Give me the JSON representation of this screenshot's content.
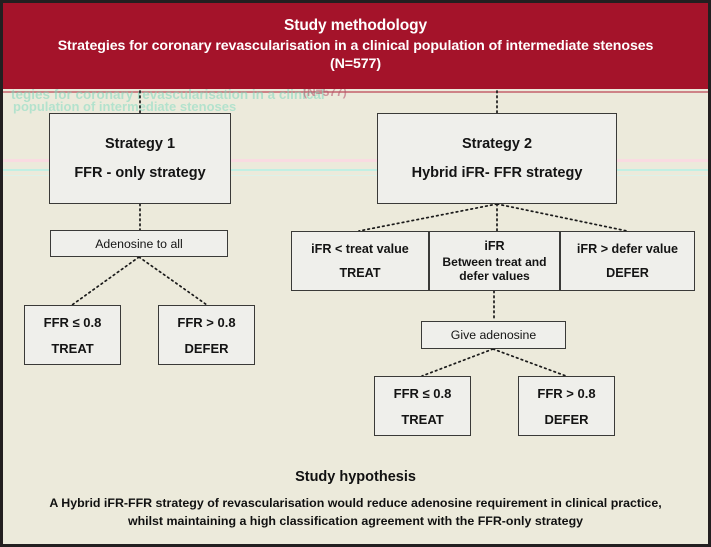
{
  "header": {
    "line1": "Study methodology",
    "line2": "Strategies for coronary revascularisation in a clinical population of intermediate stenoses",
    "line3": "(N=577)",
    "background_color": "#a4132a",
    "text_color": "#ffffff"
  },
  "artifacts": {
    "ghost1": "tegies for coronary revascularisation in a clinical",
    "ghost2": "population of intermediate stenoses",
    "ghost3": "(N=577)"
  },
  "canvas": {
    "background_color": "#eceadb",
    "border_color": "#231f20",
    "node_fill": "#efefeb",
    "node_border": "#3a3a38",
    "connector_color": "#1a1a1a"
  },
  "flow": {
    "strategy1": {
      "title": "Strategy 1",
      "subtitle": "FFR - only strategy"
    },
    "strategy2": {
      "title": "Strategy 2",
      "subtitle": "Hybrid iFR- FFR strategy"
    },
    "adenosine_all": "Adenosine to all",
    "give_adenosine": "Give adenosine",
    "ffr_treat_1": {
      "line1": "FFR ≤ 0.8",
      "line2": "TREAT"
    },
    "ffr_defer_1": {
      "line1": "FFR > 0.8",
      "line2": "DEFER"
    },
    "ffr_treat_2": {
      "line1": "FFR ≤ 0.8",
      "line2": "TREAT"
    },
    "ffr_defer_2": {
      "line1": "FFR > 0.8",
      "line2": "DEFER"
    },
    "ifr_treat": {
      "line1": "iFR < treat value",
      "line2": "TREAT"
    },
    "ifr_between": {
      "line1": "iFR",
      "line2": "Between treat and",
      "line3": "defer values"
    },
    "ifr_defer": {
      "line1": "iFR > defer value",
      "line2": "DEFER"
    }
  },
  "hypothesis": {
    "title": "Study hypothesis",
    "body_line1": "A Hybrid iFR-FFR strategy of revascularisation would reduce adenosine requirement in clinical practice,",
    "body_line2": "whilst maintaining a high classification agreement with the FFR-only strategy"
  }
}
